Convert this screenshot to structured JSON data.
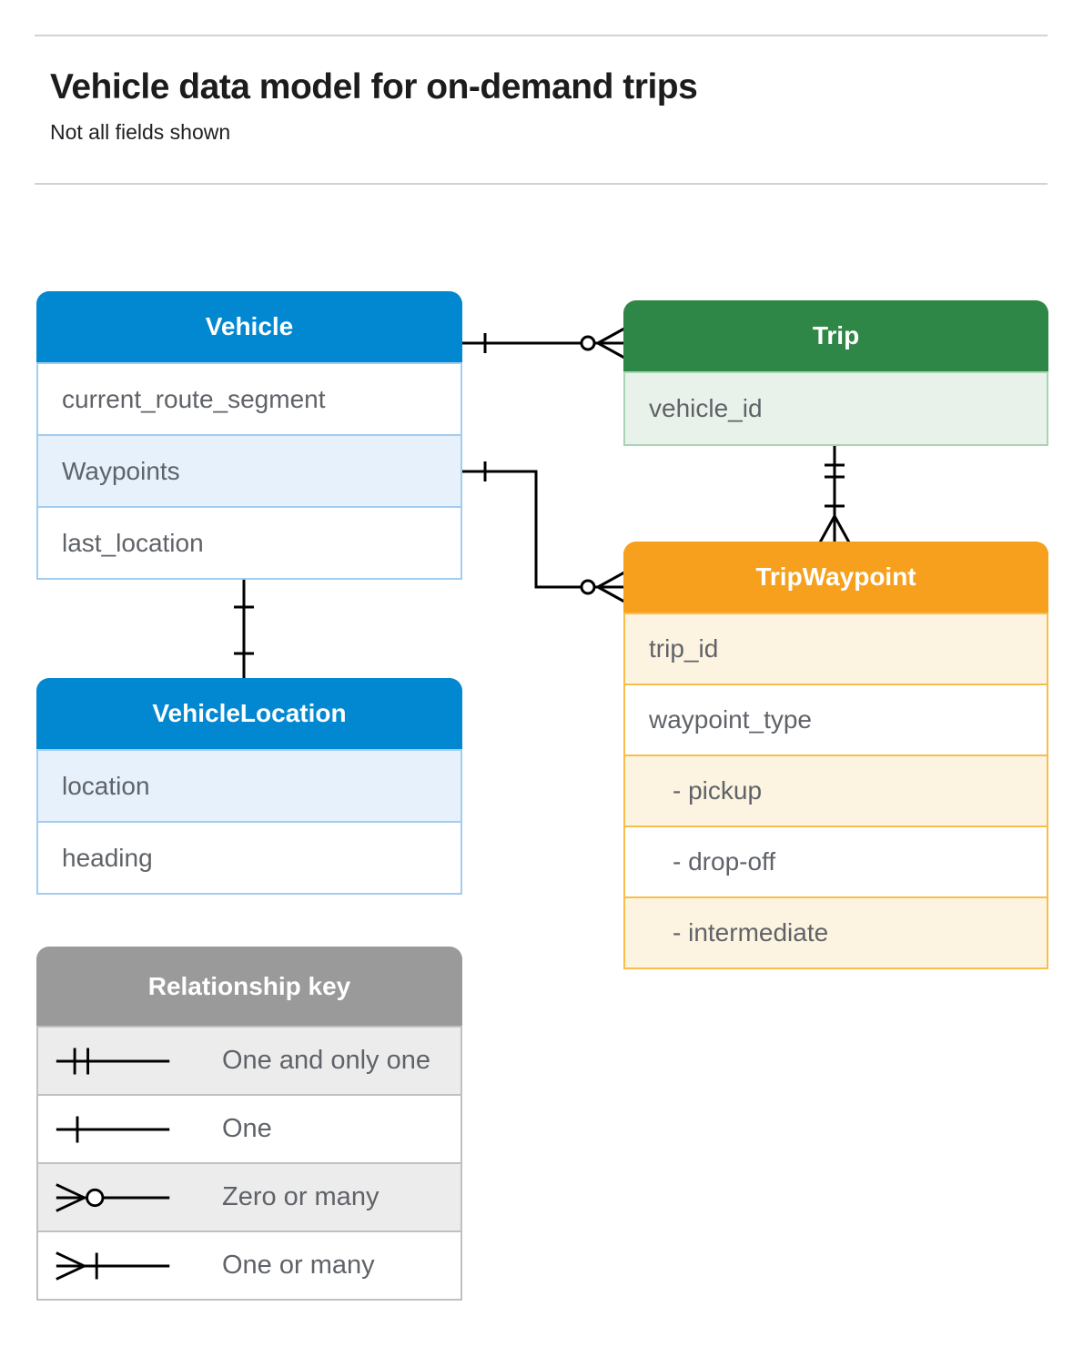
{
  "page": {
    "title": "Vehicle data model for on-demand trips",
    "subtitle": "Not all fields shown"
  },
  "colors": {
    "blue_header": "#0288d1",
    "blue_row": "#e7f1fc",
    "green_header": "#2e8746",
    "green_row": "#e9f2ea",
    "orange_header": "#f7a01e",
    "orange_row": "#fdf3e1",
    "gray_header": "#9a9a9a",
    "gray_row": "#ececec",
    "field_text": "#5f6368",
    "connector": "#000000"
  },
  "entities": [
    {
      "title": "Vehicle",
      "theme": "blue",
      "fields": [
        {
          "label": "current_route_segment"
        },
        {
          "label": "Waypoints"
        },
        {
          "label": "last_location"
        }
      ]
    },
    {
      "title": "Trip",
      "theme": "green",
      "fields": [
        {
          "label": "vehicle_id"
        }
      ]
    },
    {
      "title": "TripWaypoint",
      "theme": "orange",
      "fields": [
        {
          "label": "trip_id"
        },
        {
          "label": "waypoint_type"
        },
        {
          "label": "- pickup"
        },
        {
          "label": "- drop-off"
        },
        {
          "label": "- intermediate"
        }
      ]
    },
    {
      "title": "VehicleLocation",
      "theme": "blue",
      "fields": [
        {
          "label": "location"
        },
        {
          "label": "heading"
        }
      ]
    }
  ],
  "relationships": [
    {
      "from": "Vehicle",
      "to": "Trip",
      "from_cardinality": "one",
      "to_cardinality": "zero-or-many"
    },
    {
      "from": "Vehicle.Waypoints",
      "to": "TripWaypoint",
      "from_cardinality": "one",
      "to_cardinality": "zero-or-many"
    },
    {
      "from": "Trip",
      "to": "TripWaypoint",
      "from_cardinality": "one-and-only-one",
      "to_cardinality": "one-or-many"
    },
    {
      "from": "Vehicle",
      "to": "VehicleLocation",
      "from_cardinality": "one",
      "to_cardinality": "one"
    }
  ],
  "legend": {
    "title": "Relationship key",
    "items": [
      {
        "symbol": "one-and-only-one",
        "label": "One and only one"
      },
      {
        "symbol": "one",
        "label": "One"
      },
      {
        "symbol": "zero-or-many",
        "label": "Zero or many"
      },
      {
        "symbol": "one-or-many",
        "label": "One or many"
      }
    ]
  }
}
